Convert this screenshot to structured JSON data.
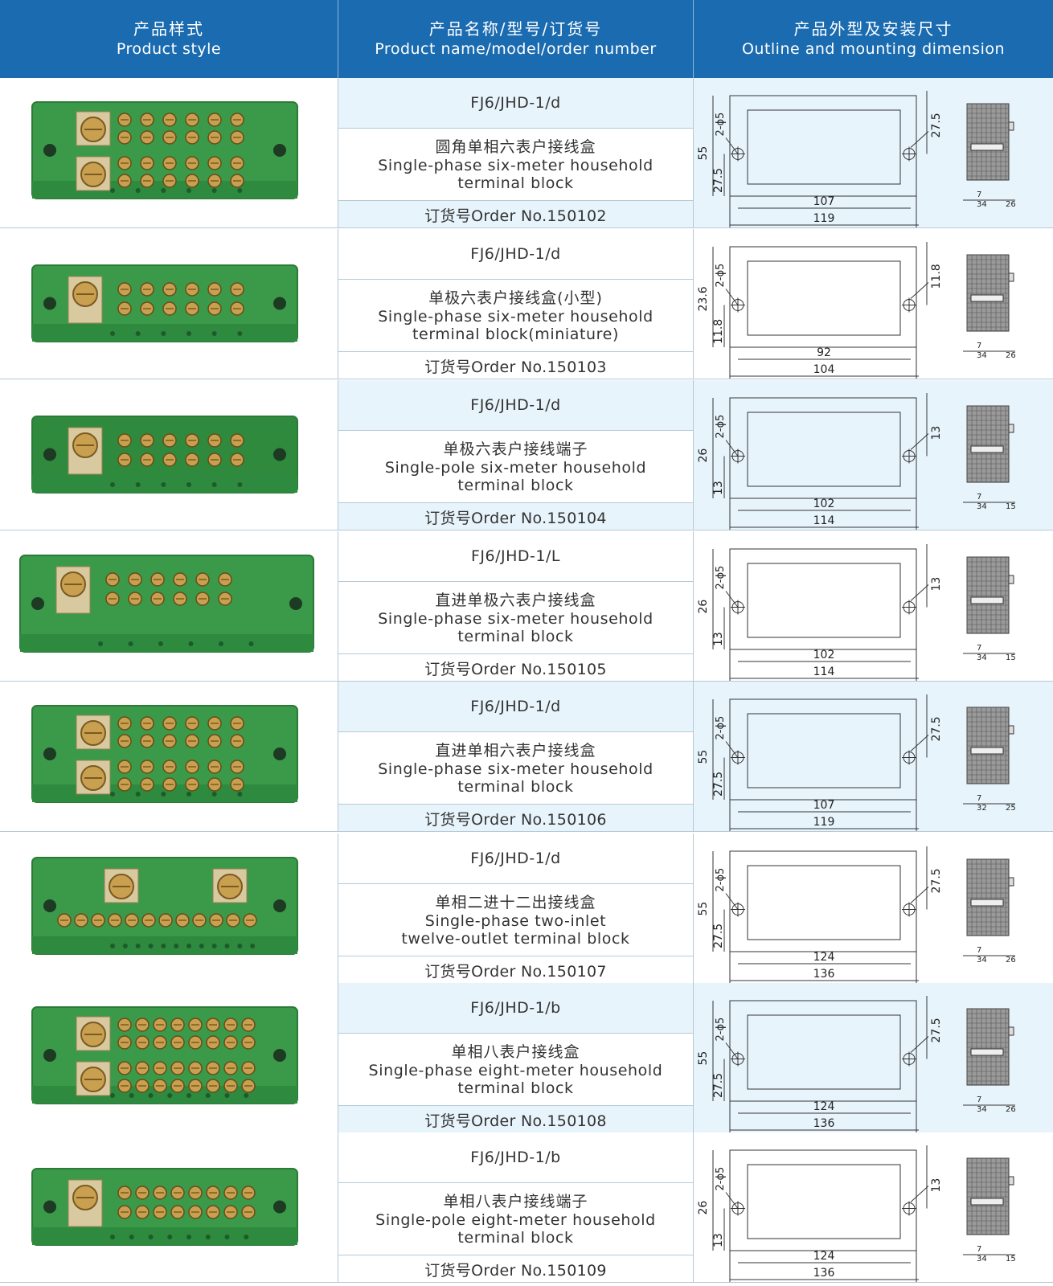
{
  "header": {
    "col1_zh": "产品样式",
    "col1_en": "Product style",
    "col2_zh": "产品名称/型号/订货号",
    "col2_en": "Product name/model/order number",
    "col3_zh": "产品外型及安装尺寸",
    "col3_en": "Outline and mounting dimension"
  },
  "rows": [
    {
      "model": "FJ6/JHD-1/d",
      "name_zh": "圆角单相六表户接线盒",
      "name_en": [
        "Single-phase six-meter household",
        "terminal block"
      ],
      "order": "订货号Order No.150102",
      "dim": {
        "hole": "2-ϕ5",
        "height": "55",
        "half": "27.5",
        "right": "27.5",
        "inner": "107",
        "outer": "119",
        "s1": "7",
        "s2": "34",
        "s3": "26"
      }
    },
    {
      "model": "FJ6/JHD-1/d",
      "name_zh": "单极六表户接线盒(小型)",
      "name_en": [
        "Single-phase six-meter household",
        "terminal block(miniature)"
      ],
      "order": "订货号Order No.150103",
      "dim": {
        "hole": "2-ϕ5",
        "height": "23.6",
        "half": "11.8",
        "right": "11.8",
        "inner": "92",
        "outer": "104",
        "s1": "7",
        "s2": "34",
        "s3": "26"
      }
    },
    {
      "model": "FJ6/JHD-1/d",
      "name_zh": "单极六表户接线端子",
      "name_en": [
        "Single-pole six-meter household",
        "terminal block"
      ],
      "order": "订货号Order No.150104",
      "dim": {
        "hole": "2-ϕ5",
        "height": "26",
        "half": "13",
        "right": "13",
        "inner": "102",
        "outer": "114",
        "s1": "7",
        "s2": "34",
        "s3": "15"
      }
    },
    {
      "model": "FJ6/JHD-1/L",
      "name_zh": "直进单极六表户接线盒",
      "name_en": [
        "Single-phase six-meter household",
        "terminal block"
      ],
      "order": "订货号Order No.150105",
      "dim": {
        "hole": "2-ϕ5",
        "height": "26",
        "half": "13",
        "right": "13",
        "inner": "102",
        "outer": "114",
        "s1": "7",
        "s2": "34",
        "s3": "15"
      }
    },
    {
      "model": "FJ6/JHD-1/d",
      "name_zh": "直进单相六表户接线盒",
      "name_en": [
        "Single-phase six-meter household",
        "terminal block"
      ],
      "order": "订货号Order No.150106",
      "dim": {
        "hole": "2-ϕ5",
        "height": "55",
        "half": "27.5",
        "right": "27.5",
        "inner": "107",
        "outer": "119",
        "s1": "7",
        "s2": "32",
        "s3": "25"
      }
    },
    {
      "model": "FJ6/JHD-1/d",
      "name_zh": "单相二进十二出接线盒",
      "name_en": [
        "Single-phase two-inlet",
        "twelve-outlet terminal block"
      ],
      "order": "订货号Order No.150107",
      "dim": {
        "hole": "2-ϕ5",
        "height": "55",
        "half": "27.5",
        "right": "27.5",
        "inner": "124",
        "outer": "136",
        "s1": "7",
        "s2": "34",
        "s3": "26"
      }
    },
    {
      "model": "FJ6/JHD-1/b",
      "name_zh": "单相八表户接线盒",
      "name_en": [
        "Single-phase eight-meter household",
        "terminal block"
      ],
      "order": "订货号Order No.150108",
      "dim": {
        "hole": "2-ϕ5",
        "height": "55",
        "half": "27.5",
        "right": "27.5",
        "inner": "124",
        "outer": "136",
        "s1": "7",
        "s2": "34",
        "s3": "26"
      }
    },
    {
      "model": "FJ6/JHD-1/b",
      "name_zh": "单相八表户接线端子",
      "name_en": [
        "Single-pole eight-meter household",
        "terminal block"
      ],
      "order": "订货号Order No.150109",
      "dim": {
        "hole": "2-ϕ5",
        "height": "26",
        "half": "13",
        "right": "13",
        "inner": "124",
        "outer": "136",
        "s1": "7",
        "s2": "34",
        "s3": "15"
      }
    }
  ],
  "colors": {
    "header": "#1a6bb0",
    "tint": "#e8f4fc",
    "product_green": "#3a9a4a",
    "brass": "#c8a050"
  }
}
